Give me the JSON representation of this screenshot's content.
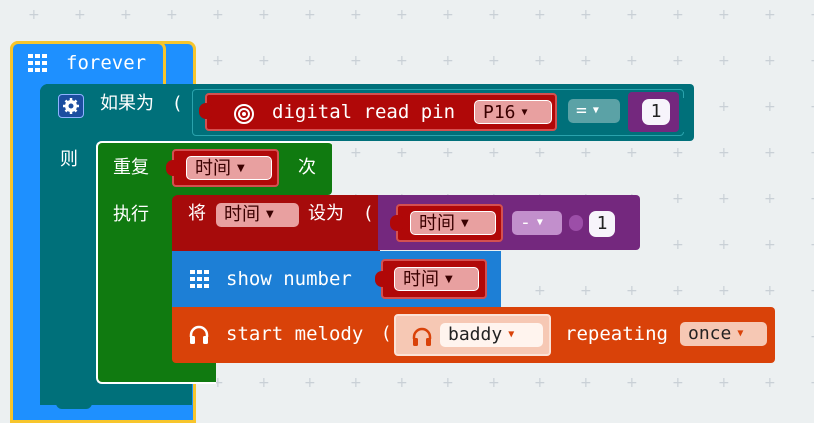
{
  "forever": {
    "label": "forever",
    "icon": "grid-icon",
    "color": "#1e90ff",
    "highlight": "#f7c52c"
  },
  "if_block": {
    "keyword_if": "如果为",
    "keyword_then": "则",
    "icon": "gear-icon",
    "color": "#00707a",
    "condition": {
      "read": {
        "label": "digital read pin",
        "pin": "P16",
        "icon": "target-icon",
        "color": "#b00808"
      },
      "operator": "=",
      "operand": "1",
      "compare_color": "#5ba2a6"
    }
  },
  "repeat_block": {
    "label_repeat": "重复",
    "variable": "时间",
    "label_times": "次",
    "label_do": "执行",
    "color": "#107a10"
  },
  "set_block": {
    "label_set": "将",
    "variable": "时间",
    "label_to": "设为",
    "expr_var": "时间",
    "expr_op": "-",
    "expr_operand": "1",
    "color": "#a60b0b",
    "math_color": "#74287e"
  },
  "show_block": {
    "label": "show number",
    "variable": "时间",
    "icon": "grid-icon",
    "color": "#1d7fd6"
  },
  "melody_block": {
    "label": "start melody",
    "melody": "baddy",
    "label_repeating": "repeating",
    "repeat_option": "once",
    "icon": "headphones-icon",
    "color": "#d94209"
  }
}
